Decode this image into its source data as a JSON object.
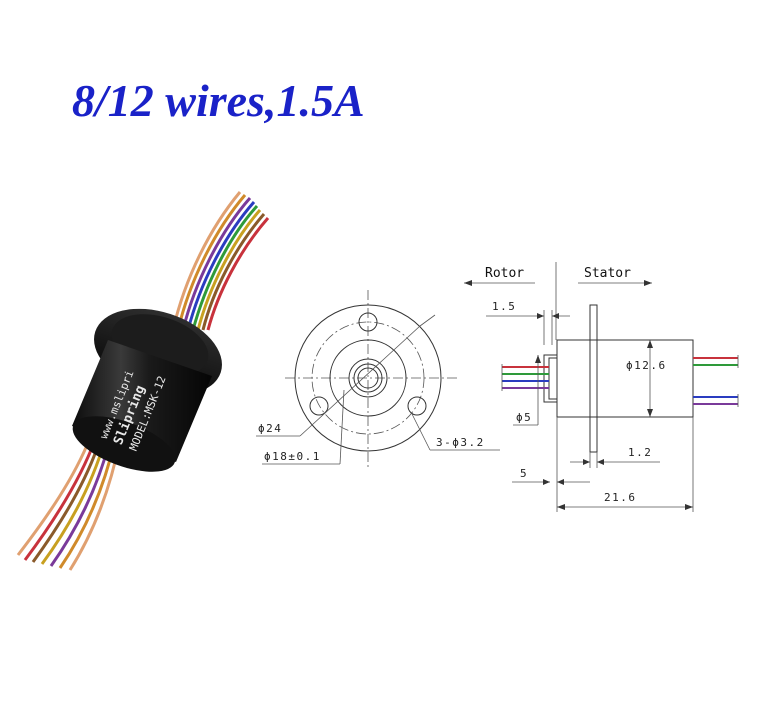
{
  "title": "8/12 wires,1.5A",
  "photo": {
    "brand_text": "www.mslipri",
    "product_text": "Slipring",
    "model_text": "MODEL:MSK-12"
  },
  "front_view": {
    "dim_outer": "ϕ24",
    "dim_pcd": "ϕ18±0.1",
    "dim_holes": "3-ϕ3.2"
  },
  "side_view": {
    "rotor_label": "Rotor",
    "stator_label": "Stator",
    "dim_1_5": "1.5",
    "dim_body_dia": "ϕ12.6",
    "dim_shaft_dia": "ϕ5",
    "dim_1_2": "1.2",
    "dim_5": "5",
    "dim_total": "21.6"
  },
  "colors": {
    "title": "#1a22c8",
    "wire_red": "#c8323c",
    "wire_green": "#2e9a3a",
    "wire_blue": "#2a3cc0",
    "wire_purple": "#7a3a9a"
  }
}
